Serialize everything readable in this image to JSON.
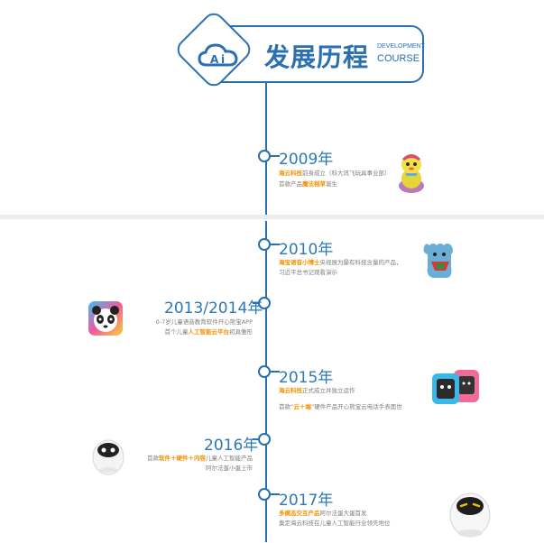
{
  "header": {
    "title": "发展历程",
    "subtitle_en_1": "DEVELOPMENT",
    "subtitle_en_2": "COURSE",
    "logo_icon": "cloud-ai-icon"
  },
  "colors": {
    "accent_blue": "#2a6fb0",
    "highlight_orange": "#f29100",
    "text_gray": "#7d7d7d"
  },
  "timeline": [
    {
      "year": "2009年",
      "line1_hl": "海云科技",
      "line1_rest": "前身成立（科大讯飞玩具事业部）",
      "line2_pre": "首款产品",
      "line2_hl": "魔法稻草",
      "line2_post": "诞生",
      "image": "plush-toy-icon"
    },
    {
      "year": "2010年",
      "line1_hl": "海宝语音小博士",
      "line1_rest": "央视展为最有科技含量的产品，",
      "line2_pre": "习近平总书记观看演示",
      "line2_hl": "",
      "line2_post": "",
      "image": "mascot-toy-icon"
    },
    {
      "year": "2013/2014年",
      "line1_hl": "",
      "line1_rest": "0-7岁儿童语音教育软件开心熊宝APP",
      "line2_pre": "首个儿童",
      "line2_hl": "人工智能云平台",
      "line2_post": "初具雏形",
      "image": "panda-app-icon"
    },
    {
      "year": "2015年",
      "line1_hl": "海云科技",
      "line1_rest": "正式成立并独立运作",
      "line2_pre": "首款“",
      "line2_hl": "云＋端",
      "line2_post": "”硬件产品开心熊宝云电话手表面世",
      "image": "smartwatch-icon"
    },
    {
      "year": "2016年",
      "line1_hl": "",
      "line1_rest": "首款软件＋硬件＋内容儿童人工智能产品",
      "line2_pre": "阿尔法蛋小蛋上市",
      "line2_hl": "",
      "line2_post": "",
      "image": "egg-robot-icon"
    },
    {
      "year": "2017年",
      "line1_hl": "多模态交互产品",
      "line1_rest": "阿尔法蛋大蛋首发",
      "line2_pre": "奠定海云科技在儿童人工智能行业领先地位",
      "line2_hl": "",
      "line2_post": "",
      "image": "egg-robot-large-icon"
    }
  ],
  "item_2016_parts": {
    "pre": "首款",
    "hl1": "软件＋硬件＋内容",
    "post": "儿童人工智能产品"
  }
}
